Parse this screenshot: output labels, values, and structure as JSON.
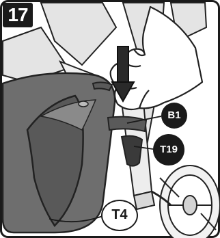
{
  "step": {
    "number": "17"
  },
  "callouts": {
    "b1": "B1",
    "t19": "T19",
    "t4": "T4"
  },
  "colors": {
    "frame": "#1a1a1a",
    "fabric_dark": "#6e6e6e",
    "fabric_light": "#d2d2d2",
    "hand": "#ffffff",
    "outline": "#222222"
  }
}
